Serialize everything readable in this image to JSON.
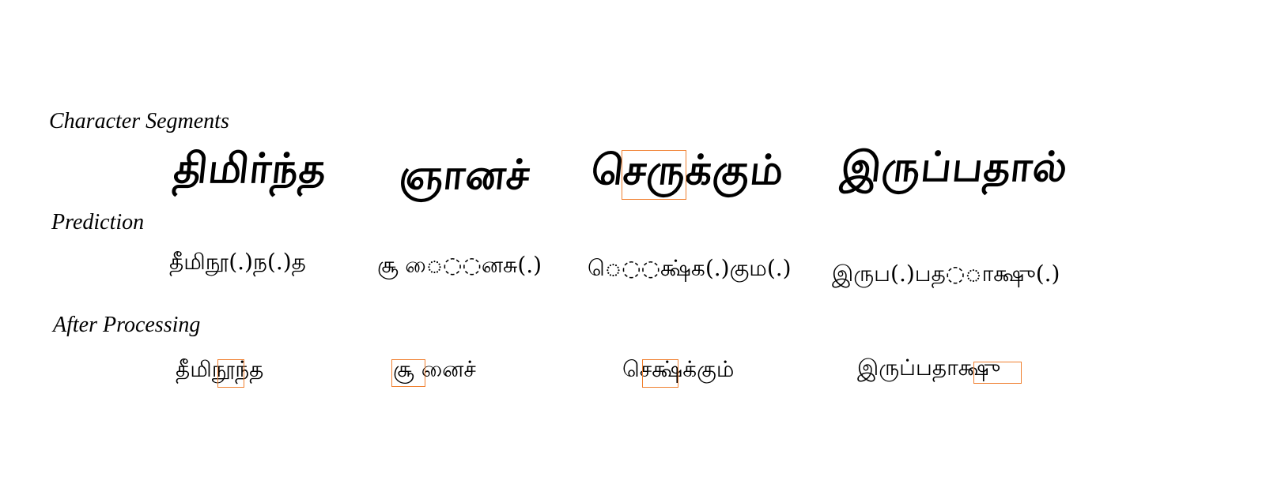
{
  "labels": {
    "segments": "Character Segments",
    "prediction": "Prediction",
    "processing": "After Processing"
  },
  "segments": [
    "திமிர்ந்த",
    "ஞானச்",
    "செருக்கும்",
    "இருப்பதால்"
  ],
  "predictions": [
    "தீமிநூ(.)ந(.)த",
    "சூ ை◌◌னசு(.)",
    "ெ◌◌க்ஷ்க(.)கும(.)",
    "இருப(.)பத◌◌ாக்ஷு(.)"
  ],
  "processed": [
    "தீமிநூந்த",
    "சூ னைச்",
    "செக்ஷ்க்கும்",
    "இருப்பதாக்ஷு"
  ],
  "colors": {
    "highlight": "#f08030"
  }
}
